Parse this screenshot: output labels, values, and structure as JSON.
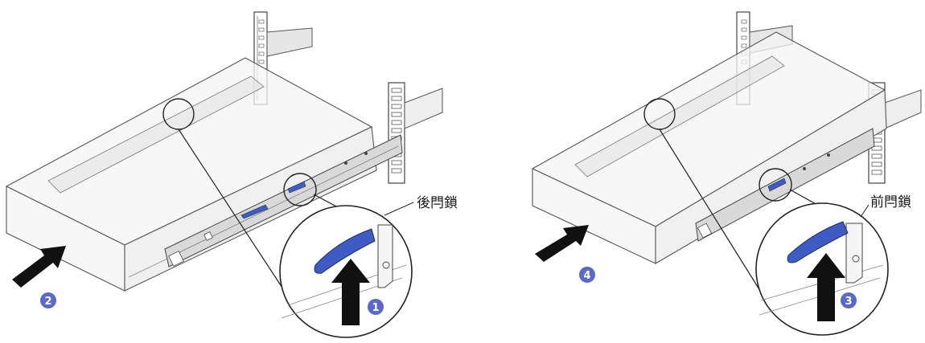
{
  "labels": {
    "left_callout": "後閂鎖",
    "right_callout": "前閂鎖"
  },
  "steps": {
    "one": "1",
    "two": "2",
    "three": "3",
    "four": "4"
  },
  "colors": {
    "step_badge": "#5b69c9",
    "latch_blue": "#3f5bc4",
    "arrow_black": "#111111",
    "outline": "#444444",
    "server_fill": "#f2f2f2"
  }
}
